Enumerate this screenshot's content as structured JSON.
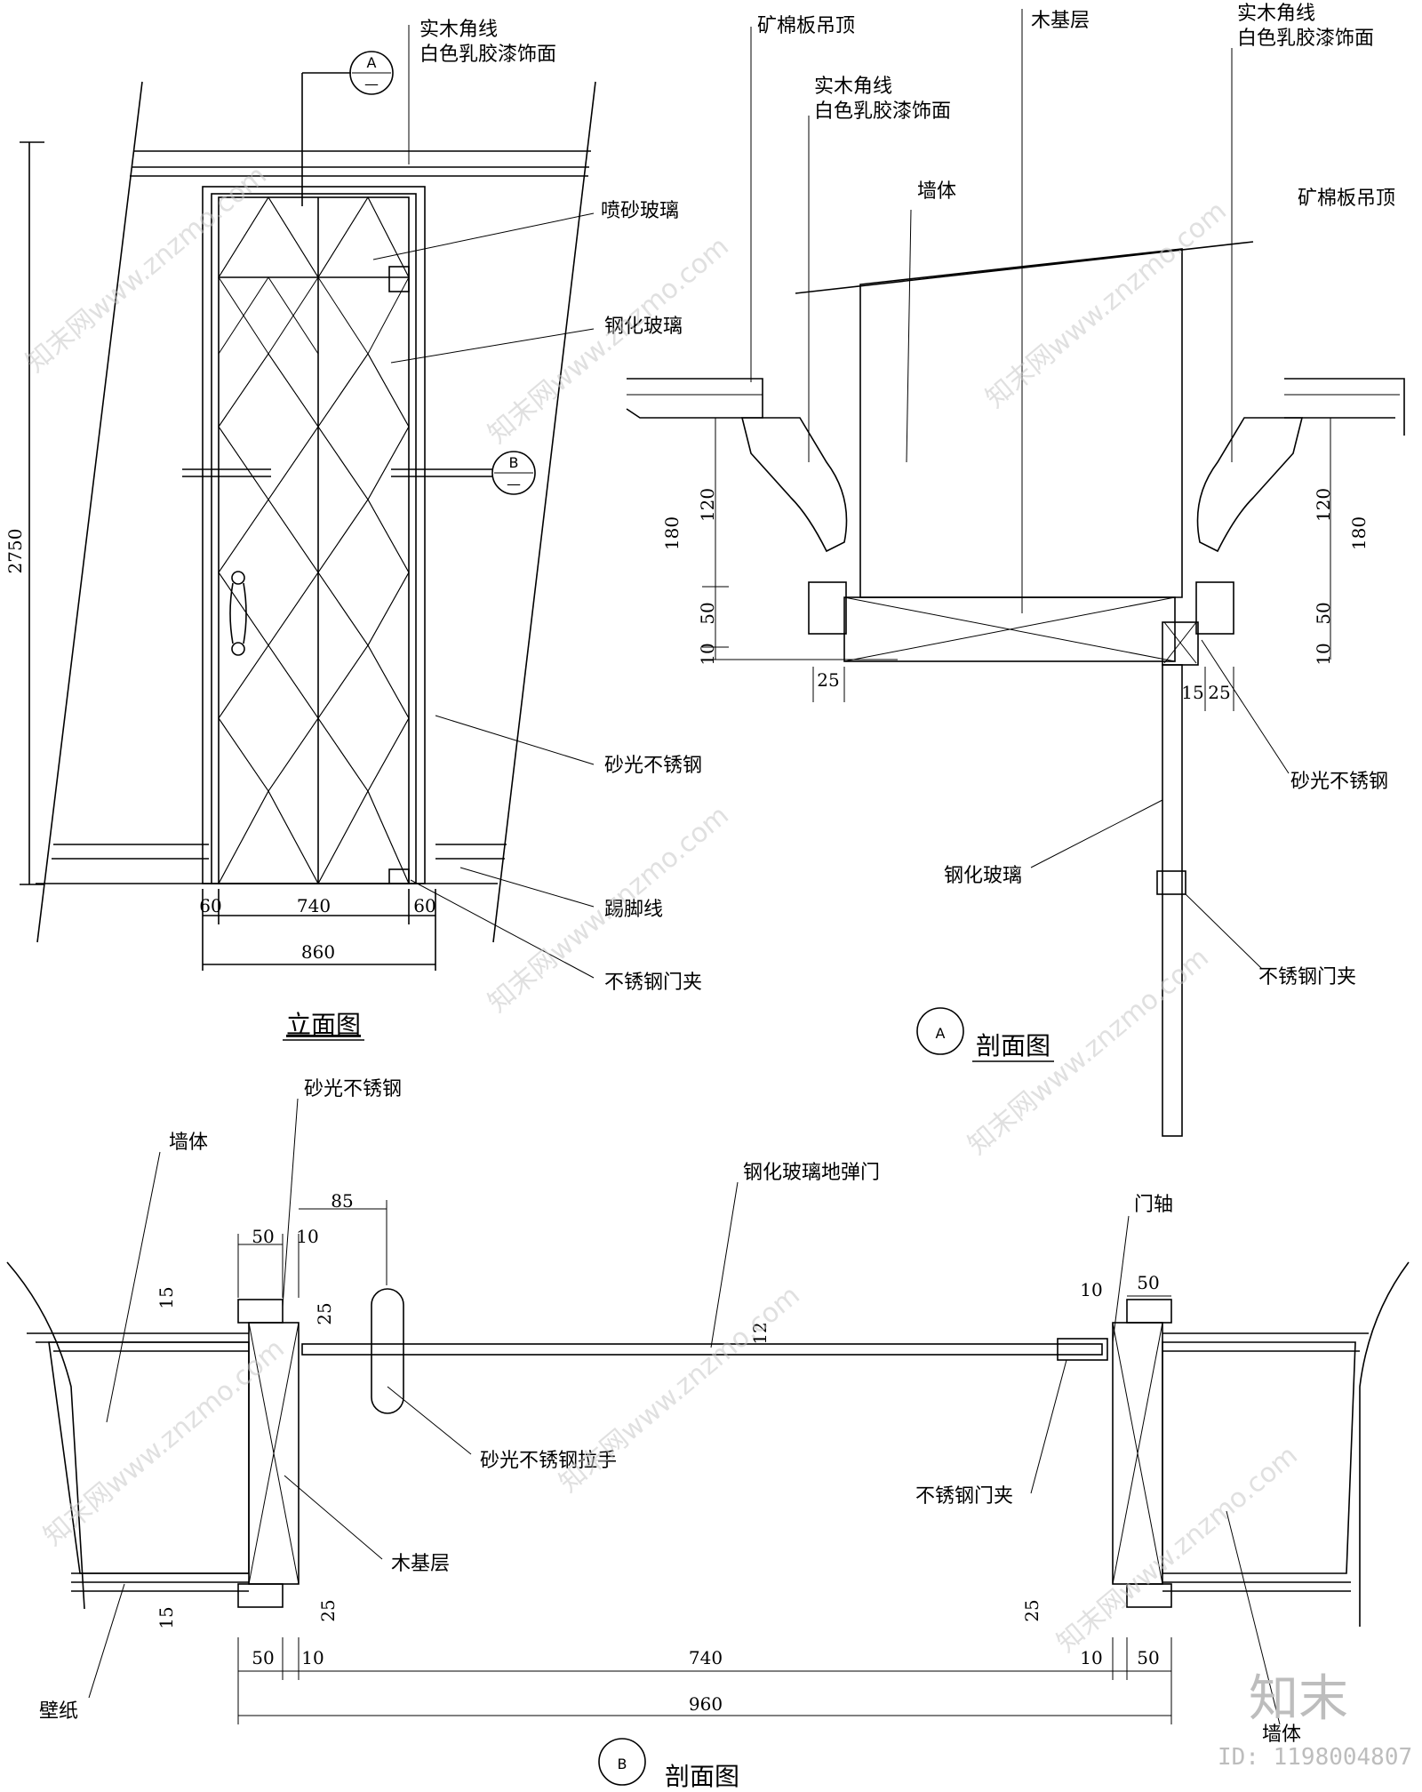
{
  "labels": {
    "solid_wood_trim": "实木角线",
    "white_latex_finish": "白色乳胶漆饰面",
    "sandblasted_glass": "喷砂玻璃",
    "tempered_glass": "钢化玻璃",
    "satin_stainless": "砂光不锈钢",
    "skirting": "踢脚线",
    "stainless_door_clip": "不锈钢门夹",
    "mineral_ceiling": "矿棉板吊顶",
    "wood_base": "木基层",
    "wall": "墙体",
    "floor_spring_door": "钢化玻璃地弹门",
    "door_pivot": "门轴",
    "stainless_handle": "砂光不锈钢拉手",
    "wallpaper": "壁纸"
  },
  "titles": {
    "elevation": "立面图",
    "section": "剖面图"
  },
  "markers": {
    "a": "A",
    "b": "B",
    "dash": "—"
  },
  "dims": {
    "h2750": "2750",
    "d60": "60",
    "d740": "740",
    "d860": "860",
    "d120": "120",
    "d180": "180",
    "d50": "50",
    "d10": "10",
    "d25": "25",
    "d15": "15",
    "d85": "85",
    "d12": "12",
    "d960": "960"
  },
  "watermark": {
    "site": "知末网www.znzmo.com",
    "brand": "知末",
    "id": "ID: 1198004807"
  }
}
